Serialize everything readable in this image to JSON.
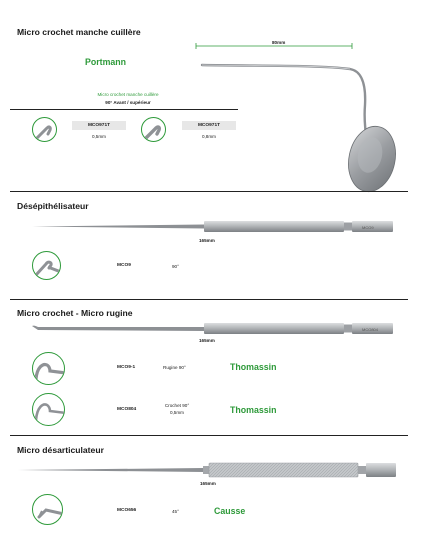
{
  "sections": {
    "s1": {
      "title": "Micro crochet manche cuillère",
      "brand": "Portmann",
      "dimension": "80mm",
      "caption_line1": "Micro crochet manche cuillère",
      "caption_line2": "90° Avant / supérieur",
      "items": [
        {
          "code": "MCO971T",
          "spec": "0,5mm"
        },
        {
          "code": "MCO971T",
          "spec": "0,8mm"
        }
      ]
    },
    "s2": {
      "title": "Désépithélisateur",
      "dimension": "165mm",
      "handle_marking": "MCO9",
      "items": [
        {
          "code": "MCO9",
          "spec": "90°"
        }
      ]
    },
    "s3": {
      "title": "Micro crochet - Micro rugine",
      "dimension": "165mm",
      "handle_marking": "MCO804",
      "items": [
        {
          "code": "MCO9-1",
          "spec": "Rugine 90°",
          "spec2": "",
          "brand": "Thomassin"
        },
        {
          "code": "MCO804",
          "spec": "Crochet 90°",
          "spec2": "0,5mm",
          "brand": "Thomassin"
        }
      ]
    },
    "s4": {
      "title": "Micro désarticulateur",
      "dimension": "165mm",
      "items": [
        {
          "code": "MCO656",
          "spec": "45°",
          "brand": "Causse"
        }
      ]
    }
  },
  "colors": {
    "brand_green": "#2e9a3a",
    "instrument_steel": "#b9bcbf",
    "rule": "#222222"
  }
}
